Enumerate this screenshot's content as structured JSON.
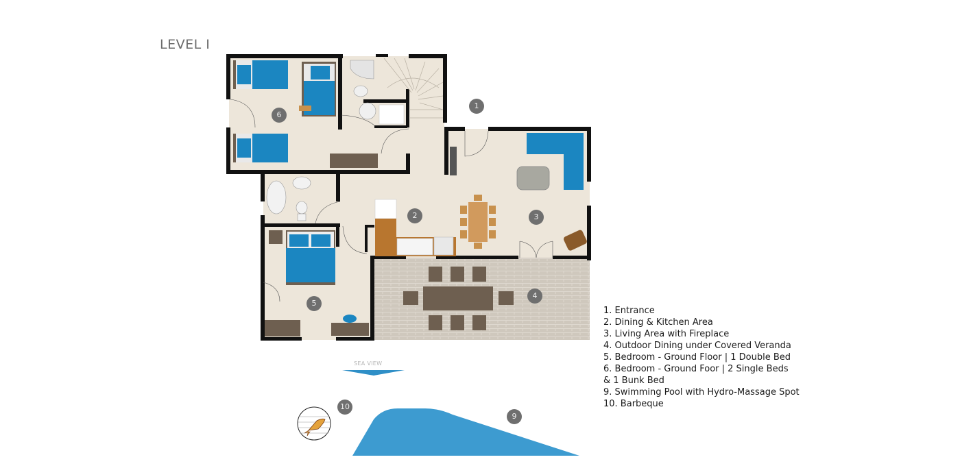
{
  "title": "LEVEL I",
  "colors": {
    "floor": "#ede6da",
    "wall": "#111111",
    "bed_blue": "#1b86c1",
    "pool_blue": "#3d9bd0",
    "furniture_brown": "#6e5f50",
    "veranda_stone": "#cfc8bd",
    "marker_gray": "#6f6f6f",
    "kitchen_wood": "#b8762f"
  },
  "markers": [
    {
      "id": "1",
      "label": "1"
    },
    {
      "id": "2",
      "label": "2"
    },
    {
      "id": "3",
      "label": "3"
    },
    {
      "id": "4",
      "label": "4"
    },
    {
      "id": "5",
      "label": "5"
    },
    {
      "id": "6",
      "label": "6"
    },
    {
      "id": "9",
      "label": "9"
    },
    {
      "id": "10",
      "label": "10"
    }
  ],
  "sea_view": {
    "label": "SEA VIEW"
  },
  "legend": {
    "items": [
      "1. Entrance",
      "2. Dining & Kitchen Area",
      "3. Living Area with Fireplace",
      "4. Outdoor Dining under Covered Veranda",
      "5. Bedroom - Ground Floor | 1 Double Bed",
      "6. Bedroom - Ground Foor | 2 Single Beds",
      "& 1 Bunk Bed",
      "9. Swimming Pool with Hydro-Massage Spot",
      "10. Barbeque"
    ]
  }
}
